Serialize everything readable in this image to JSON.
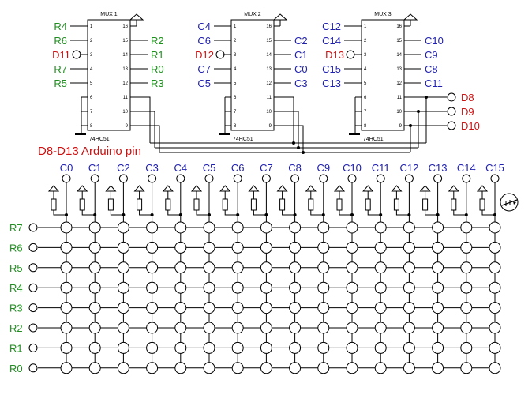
{
  "title": "D8-D13 Arduino pin",
  "colors": {
    "row": "#1f8f1f",
    "col": "#2020b0",
    "arduino": "#cc1111"
  },
  "muxes": [
    {
      "name": "MUX 1",
      "part": "74HC51",
      "left_pins": [
        "1",
        "2",
        "3",
        "4",
        "5",
        "6",
        "7",
        "8"
      ],
      "right_pins": [
        "16",
        "15",
        "14",
        "13",
        "12",
        "11",
        "10",
        "9"
      ],
      "left_labels": [
        "R4",
        "R6",
        "D11",
        "R7",
        "R5",
        "",
        "",
        ""
      ],
      "right_labels": [
        "",
        "R2",
        "R1",
        "R0",
        "R3",
        "",
        "",
        ""
      ]
    },
    {
      "name": "MUX 2",
      "part": "74HC51",
      "left_pins": [
        "1",
        "2",
        "3",
        "4",
        "5",
        "6",
        "7",
        "8"
      ],
      "right_pins": [
        "16",
        "15",
        "14",
        "13",
        "12",
        "11",
        "10",
        "9"
      ],
      "left_labels": [
        "C4",
        "C6",
        "D12",
        "C7",
        "C5",
        "",
        "",
        ""
      ],
      "right_labels": [
        "",
        "C2",
        "C1",
        "C0",
        "C3",
        "",
        "",
        ""
      ]
    },
    {
      "name": "MUX 3",
      "part": "74HC51",
      "left_pins": [
        "1",
        "2",
        "3",
        "4",
        "5",
        "6",
        "7",
        "8"
      ],
      "right_pins": [
        "16",
        "15",
        "14",
        "13",
        "12",
        "11",
        "10",
        "9"
      ],
      "left_labels": [
        "C12",
        "C14",
        "D13",
        "C15",
        "C13",
        "",
        "",
        ""
      ],
      "right_labels": [
        "",
        "C10",
        "C9",
        "C8",
        "C11",
        "",
        "",
        ""
      ]
    }
  ],
  "arduino_outputs": [
    "D8",
    "D9",
    "D10"
  ],
  "columns": [
    "C0",
    "C1",
    "C2",
    "C3",
    "C4",
    "C5",
    "C6",
    "C7",
    "C8",
    "C9",
    "C10",
    "C11",
    "C12",
    "C13",
    "C14",
    "C15"
  ],
  "rows": [
    "R7",
    "R6",
    "R5",
    "R4",
    "R3",
    "R2",
    "R1",
    "R0"
  ]
}
